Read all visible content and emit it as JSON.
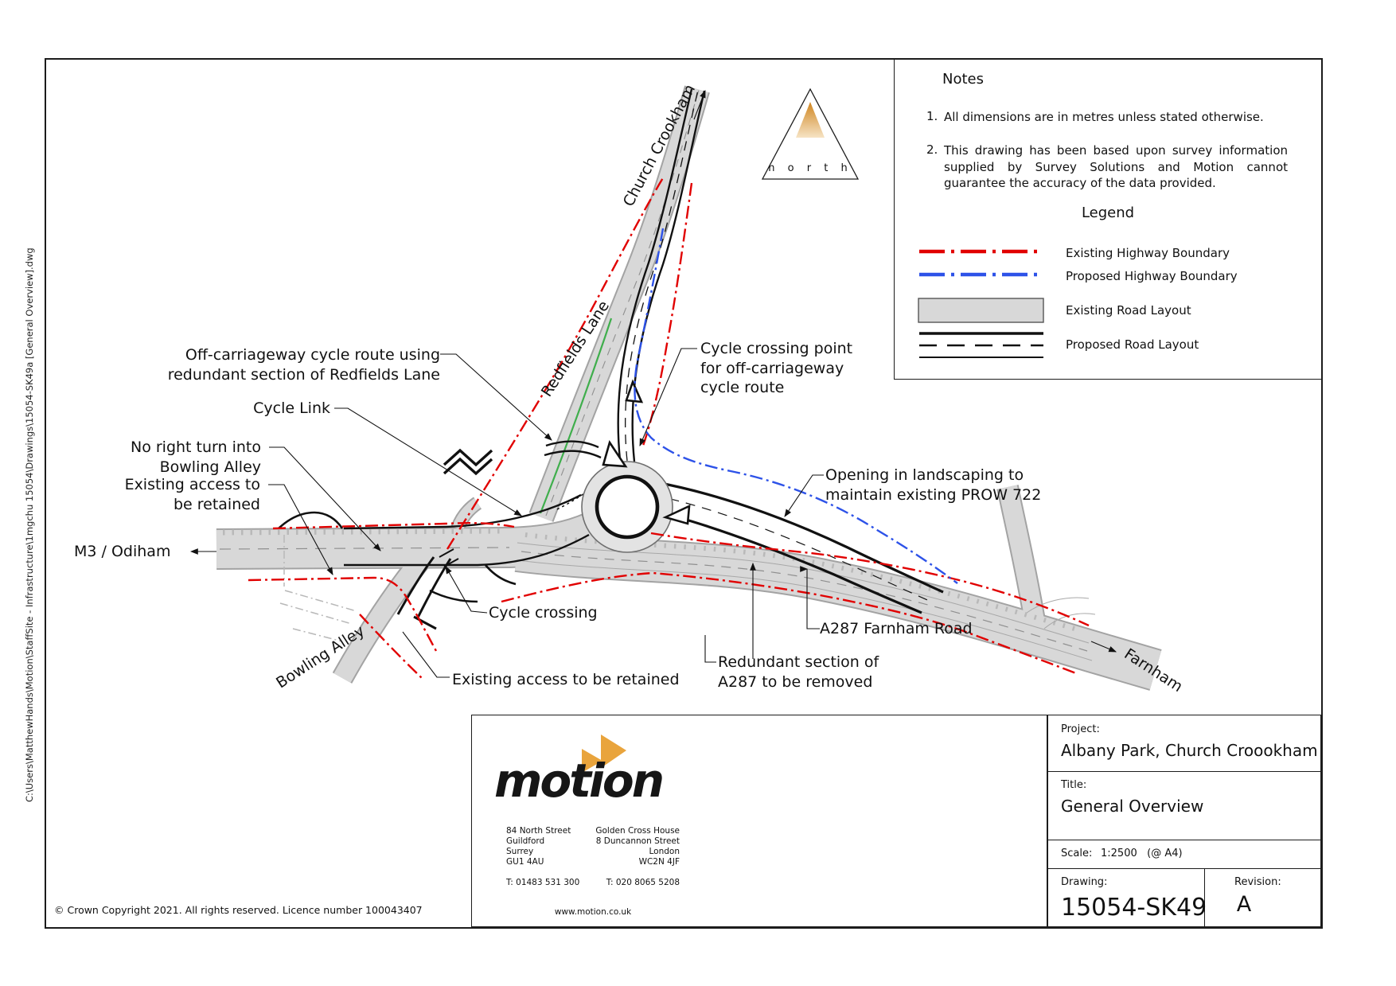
{
  "colors": {
    "existing_highway_boundary": "#e10000",
    "proposed_highway_boundary": "#2d52e8",
    "existing_road_fill": "#d8d8d8",
    "cycle_route_green": "#3fae4c"
  },
  "north_arrow": {
    "label": "n o r t h"
  },
  "notes": {
    "heading": "Notes",
    "item1_num": "1.",
    "item1_text": "All dimensions are in metres unless stated otherwise.",
    "item2_num": "2.",
    "item2_text": "This drawing has been based upon survey information supplied by Survey Solutions and Motion cannot guarantee the accuracy of the data provided."
  },
  "legend": {
    "heading": "Legend",
    "entry1": "Existing Highway Boundary",
    "entry2": "Proposed Highway Boundary",
    "entry3": "Existing Road Layout",
    "entry4": "Proposed Road Layout"
  },
  "map_labels": {
    "off_carriageway_1": "Off-carriageway cycle route using",
    "off_carriageway_2": "redundant section of Redfields Lane",
    "cycle_link": "Cycle Link",
    "no_right_turn_1": "No right turn into",
    "no_right_turn_2": "Bowling Alley",
    "existing_access_left_1": "Existing access to",
    "existing_access_left_2": "be retained",
    "m3_odiham": "M3 / Odiham",
    "bowling_alley": "Bowling Alley",
    "cycle_crossing": "Cycle crossing",
    "existing_access_bottom": "Existing access to be retained",
    "cycle_crossing_point_1": "Cycle crossing point",
    "cycle_crossing_point_2": "for off-carriageway",
    "cycle_crossing_point_3": "cycle route",
    "opening_1": "Opening in landscaping to",
    "opening_2": "maintain existing PROW 722",
    "a287": "A287 Farnham Road",
    "redundant_1": "Redundant section of",
    "redundant_2": "A287 to be removed",
    "redfields_lane": "Redfields Lane",
    "church_crookham": "Church Crookham",
    "farnham": "Farnham"
  },
  "title_block": {
    "project_label": "Project:",
    "project": "Albany Park, Church Croookham",
    "title_label": "Title:",
    "title": "General Overview",
    "scale_label": "Scale:",
    "scale": "1:2500   (@ A4)",
    "drawing_label": "Drawing:",
    "drawing": "15054-SK49",
    "revision_label": "Revision:",
    "revision": "A",
    "logo": "motion",
    "office1_1": "84 North Street",
    "office1_2": "Guildford",
    "office1_3": "Surrey",
    "office1_4": "GU1 4AU",
    "phone1": "T: 01483 531 300",
    "office2_1": "Golden Cross House",
    "office2_2": "8 Duncannon Street",
    "office2_3": "London",
    "office2_4": "WC2N 4JF",
    "phone2": "T: 020 8065 5208",
    "website": "www.motion.co.uk"
  },
  "footer": {
    "copyright": "© Crown Copyright 2021. All rights reserved. Licence number 100043407",
    "file_path": "C:\\Users\\MatthewHands\\Motion\\StaffSite - Infrastructure\\1mgchu 15054\\Drawings\\15054-SK49a [General Overview].dwg"
  }
}
